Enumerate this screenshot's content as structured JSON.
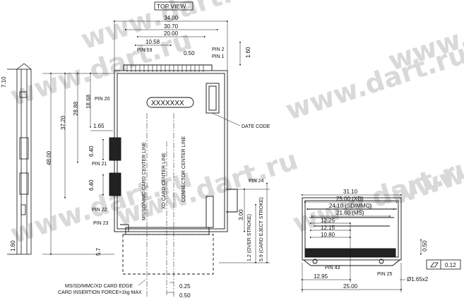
{
  "watermark": "www.dart.ru",
  "header": {
    "top_view": "TOP VIEW"
  },
  "top_view": {
    "dims": [
      "34.00",
      "30.70",
      "20.00",
      "10.58",
      "0.50",
      "1.60",
      "7.10",
      "37.20",
      "28.88",
      "18.68",
      "48.00",
      "1.65",
      "6.40",
      "6.40",
      "5.7",
      "3.00",
      "0.25",
      "0.50"
    ],
    "labels": {
      "pin19": "PIN 19",
      "pin2": "PIN 2",
      "pin1": "PIN 1",
      "pin20": "PIN 20",
      "pin21": "PIN 21",
      "pin22": "PIN 22",
      "pin23": "PIN 23",
      "pin24": "PIN 24",
      "xxxx": "XXXXXXX",
      "date_code": "DATE CODE",
      "ms_center": "MS/SD/MMC CARD CENTER LINE",
      "xd_center": "XD CARD CENTER LINE",
      "conn_center": "CONNECTOR CENTER LINE",
      "over_stroke": "1.2 (OVER STROKE)",
      "eject_stroke": "5.9 (CARD EJECT STROKE)",
      "card_edge": "MS/SD/MMC/XD CARD EDGE",
      "insertion_force": "CARD INSERTION FORCE=1kg MAX"
    }
  },
  "side_view": {
    "dims": [
      "31.10",
      "25.00 (XD)",
      "24.10 (SD/MMC)",
      "21.60 (MS)",
      "12.25",
      "12.15",
      "10.80",
      "0.50",
      "12.95",
      "25.00",
      "Ø1.65x2",
      "0.12"
    ],
    "labels": {
      "pin43": "PIN 43",
      "pin25": "PIN 25"
    }
  }
}
